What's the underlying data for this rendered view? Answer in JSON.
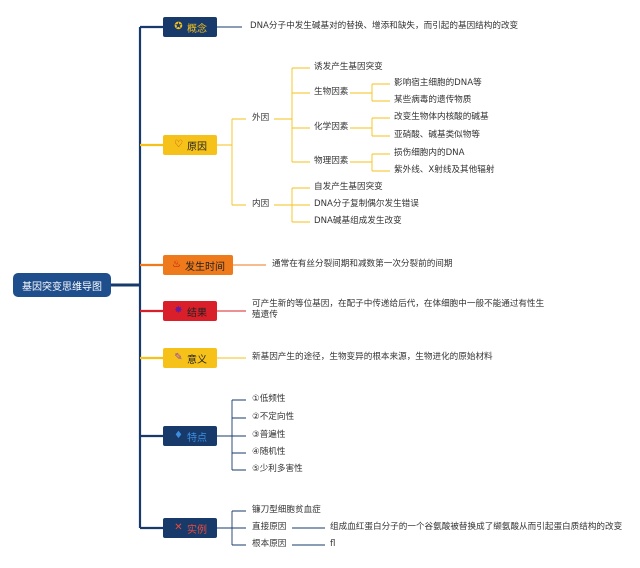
{
  "root": "基因突变思维导图",
  "branches": {
    "concept": {
      "label": "概念",
      "icon": "award-icon",
      "text": "DNA分子中发生碱基对的替换、增添和缺失，而引起的基因结构的改变"
    },
    "cause": {
      "label": "原因",
      "icon": "heart-icon",
      "external": "外因",
      "induce": "诱发产生基因突变",
      "bio": "生物因素",
      "bio_items": [
        "影响宿主细胞的DNA等",
        "某些病毒的遗传物质"
      ],
      "chem": "化学因素",
      "chem_items": [
        "改变生物体内核酸的碱基",
        "亚硝酸、碱基类似物等"
      ],
      "phys": "物理因素",
      "phys_items": [
        "损伤细胞内的DNA",
        "紫外线、X射线及其他辐射"
      ],
      "internal": "内因",
      "internal_items": [
        "自发产生基因突变",
        "DNA分子复制偶尔发生错误",
        "DNA碱基组成发生改变"
      ]
    },
    "time": {
      "label": "发生时间",
      "icon": "flame-icon",
      "text": "通常在有丝分裂间期和减数第一次分裂前的间期"
    },
    "result": {
      "label": "结果",
      "icon": "star-icon",
      "text": "可产生新的等位基因，在配子中传递给后代，在体细胞中一般不能通过有性生殖遗传"
    },
    "meaning": {
      "label": "意义",
      "icon": "magic-wand-icon",
      "text": "新基因产生的途径，生物变异的根本来源，生物进化的原始材料"
    },
    "features": {
      "label": "特点",
      "icon": "fire-icon",
      "items": [
        "①低频性",
        "②不定向性",
        "③普遍性",
        "④随机性",
        "⑤少利多害性"
      ]
    },
    "example": {
      "label": "实例",
      "icon": "tools-icon",
      "disease": "镰刀型细胞贫血症",
      "direct": "直接原因",
      "direct_text": "组成血红蛋白分子的一个谷氨酸被替换成了缬氨酸从而引起蛋白质结构的改变",
      "root_cause": "根本原因",
      "root_text": "fl"
    }
  },
  "colors": {
    "navy": "#173a6b",
    "yellow": "#f6c21a",
    "orange": "#ee7a1c",
    "red": "#d9202a",
    "root": "#1f4e8c"
  }
}
